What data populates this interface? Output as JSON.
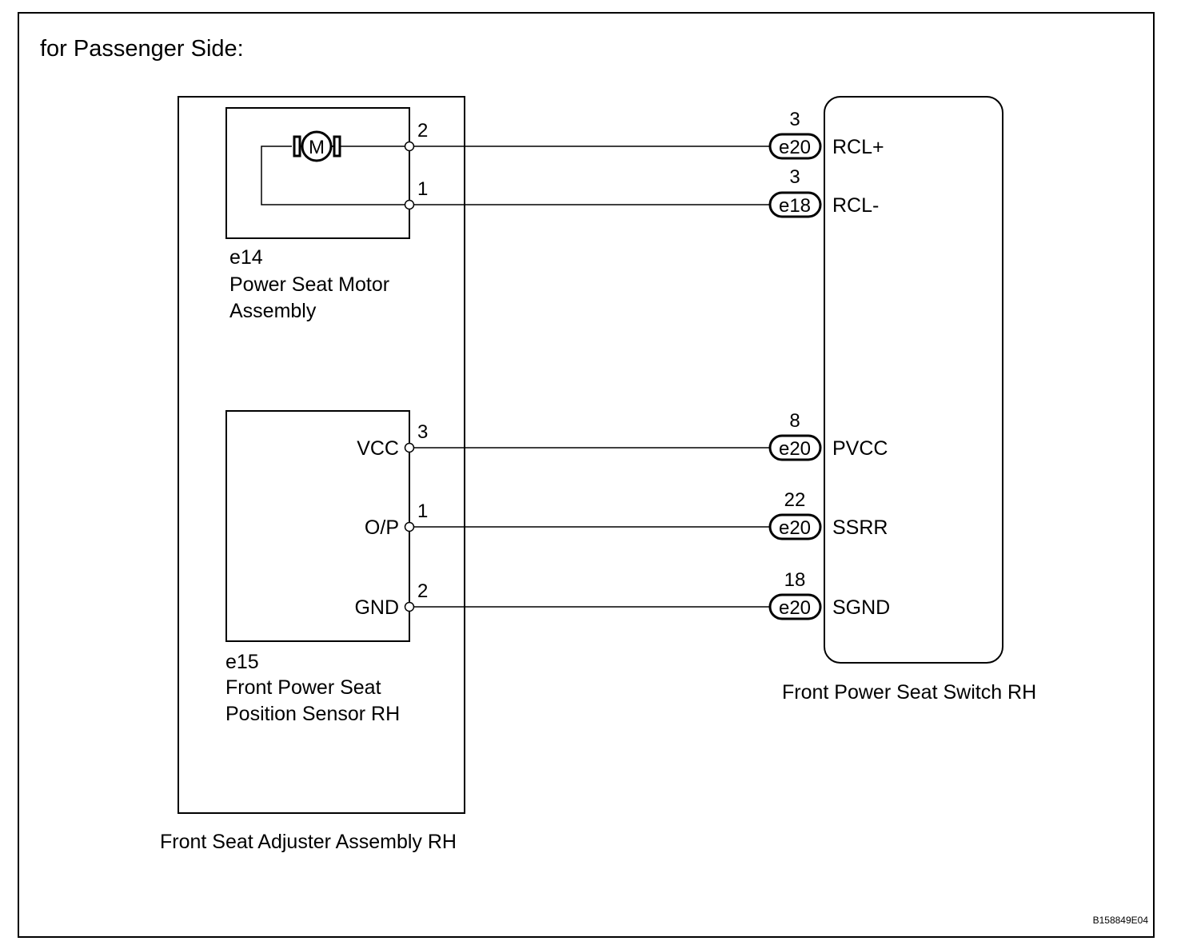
{
  "heading": "for Passenger Side:",
  "footer_code": "B158849E04",
  "components": {
    "adjuster": {
      "name": "Front Seat Adjuster Assembly RH"
    },
    "motor": {
      "code": "e14",
      "name_line1": "Power Seat Motor",
      "name_line2": "Assembly",
      "symbol": "M",
      "icon": "motor-icon",
      "pins": {
        "pin_a": "2",
        "pin_b": "1"
      }
    },
    "sensor": {
      "code": "e15",
      "name_line1": "Front Power Seat",
      "name_line2": "Position Sensor RH",
      "terminals": [
        {
          "label": "VCC",
          "pin": "3"
        },
        {
          "label": "O/P",
          "pin": "1"
        },
        {
          "label": "GND",
          "pin": "2"
        }
      ]
    },
    "switch": {
      "name": "Front Power Seat Switch RH"
    }
  },
  "connectors": [
    {
      "pin": "3",
      "connector": "e20",
      "signal": "RCL+"
    },
    {
      "pin": "3",
      "connector": "e18",
      "signal": "RCL-"
    },
    {
      "pin": "8",
      "connector": "e20",
      "signal": "PVCC"
    },
    {
      "pin": "22",
      "connector": "e20",
      "signal": "SSRR"
    },
    {
      "pin": "18",
      "connector": "e20",
      "signal": "SGND"
    }
  ]
}
